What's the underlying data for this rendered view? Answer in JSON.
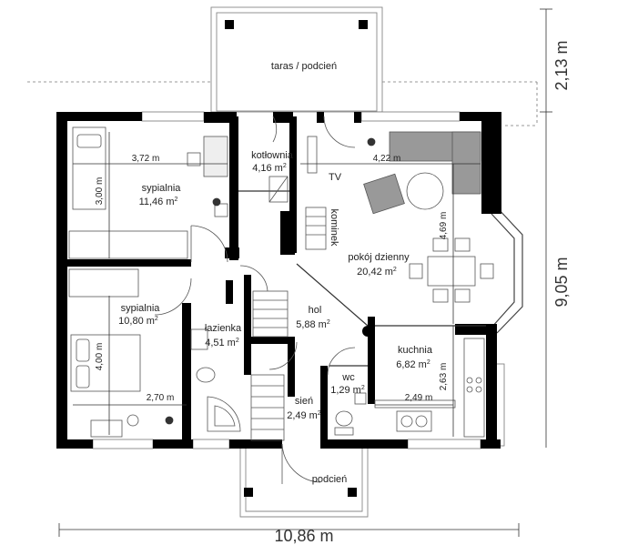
{
  "plan": {
    "overall_width": "10,86 m",
    "overall_depth": "9,05 m",
    "terrace_depth": "2,13 m",
    "rooms": [
      {
        "name": "taras / podcień",
        "area": ""
      },
      {
        "name": "kotłownia",
        "area": "4,16 m"
      },
      {
        "name": "sypialnia",
        "area": "11,46 m"
      },
      {
        "name": "sypialnia",
        "area": "10,80 m"
      },
      {
        "name": "łazienka",
        "area": "4,51 m"
      },
      {
        "name": "hol",
        "area": "5,88 m"
      },
      {
        "name": "pokój dzienny",
        "area": "20,42 m"
      },
      {
        "name": "kuchnia",
        "area": "6,82 m"
      },
      {
        "name": "wc",
        "area": "1,29 m"
      },
      {
        "name": "sień",
        "area": "2,49 m"
      },
      {
        "name": "podcień",
        "area": ""
      }
    ],
    "sup": "2",
    "labels": {
      "tv": "TV",
      "kominek": "kominek"
    },
    "dims": {
      "bed1_width": "3,72 m",
      "bed1_depth": "3,00 m",
      "bed2_depth": "4,00 m",
      "bed2_width": "2,70 m",
      "living_width": "4,22 m",
      "living_depth": "4,69 m",
      "kitchen_depth": "2,63 m",
      "kitchen_width": "2,49 m"
    }
  }
}
